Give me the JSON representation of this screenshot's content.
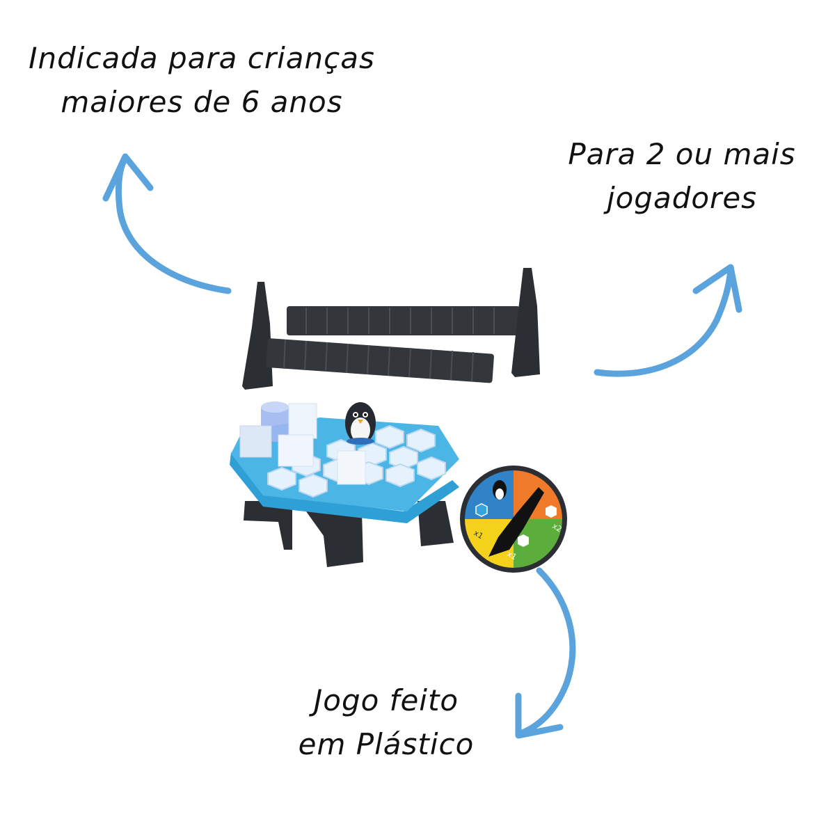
{
  "captions": {
    "age": {
      "line1": "Indicada para crianças",
      "line2": "maiores de 6 anos"
    },
    "players": {
      "line1": "Para 2 ou mais",
      "line2": "jogadores"
    },
    "material": {
      "line1": "Jogo feito",
      "line2": "em Plástico"
    }
  },
  "spinner": {
    "x1_left": "x1",
    "x1_bottom": "x1",
    "x2_right": "x2"
  },
  "colors": {
    "arrow": "#5ba3dc",
    "game_base": "#4bb6e6",
    "spinner_yellow": "#f4d21c",
    "spinner_green": "#5cae3c",
    "spinner_orange": "#ef7a2a",
    "spinner_blue": "#2f83c6",
    "plastic_dark": "#2b2e33"
  },
  "icons": {
    "arrow_age": "curved-arrow-up-icon",
    "arrow_players": "curved-arrow-up-right-icon",
    "arrow_material": "curved-arrow-down-icon"
  }
}
